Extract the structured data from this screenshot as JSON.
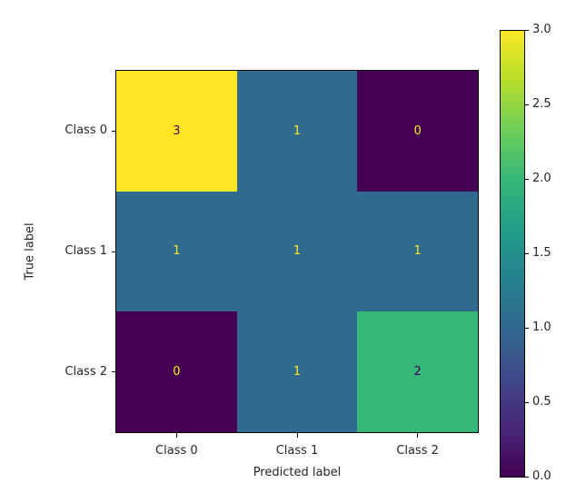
{
  "figure": {
    "background_color": "#ffffff",
    "tick_text_color": "#262626",
    "axis_line_color": "#000000"
  },
  "chart_data": {
    "type": "heatmap",
    "title": "",
    "xlabel": "Predicted label",
    "ylabel": "True label",
    "x_categories": [
      "Class 0",
      "Class 1",
      "Class 2"
    ],
    "y_categories": [
      "Class 0",
      "Class 1",
      "Class 2"
    ],
    "matrix": [
      [
        3,
        1,
        0
      ],
      [
        1,
        1,
        1
      ],
      [
        0,
        1,
        2
      ]
    ],
    "vmin": 0,
    "vmax": 3,
    "colormap": "viridis",
    "legend_position": "right-colorbar",
    "grid": false,
    "colorbar_tick_labels": [
      "3.0",
      "2.5",
      "2.0",
      "1.5",
      "1.0",
      "0.5",
      "0.0"
    ],
    "value_colors": {
      "0": "#440154",
      "1": "#2f6b8e",
      "2": "#35b779",
      "3": "#fde725"
    },
    "annotation_light_color": "#fde725",
    "annotation_dark_color": "#440154",
    "annotation_threshold": 1.5,
    "viridis_gradient_stops": [
      "#440154",
      "#482878",
      "#3e4989",
      "#31688e",
      "#26828e",
      "#1f9e89",
      "#35b779",
      "#6ece58",
      "#b5de2b",
      "#fde725"
    ]
  }
}
